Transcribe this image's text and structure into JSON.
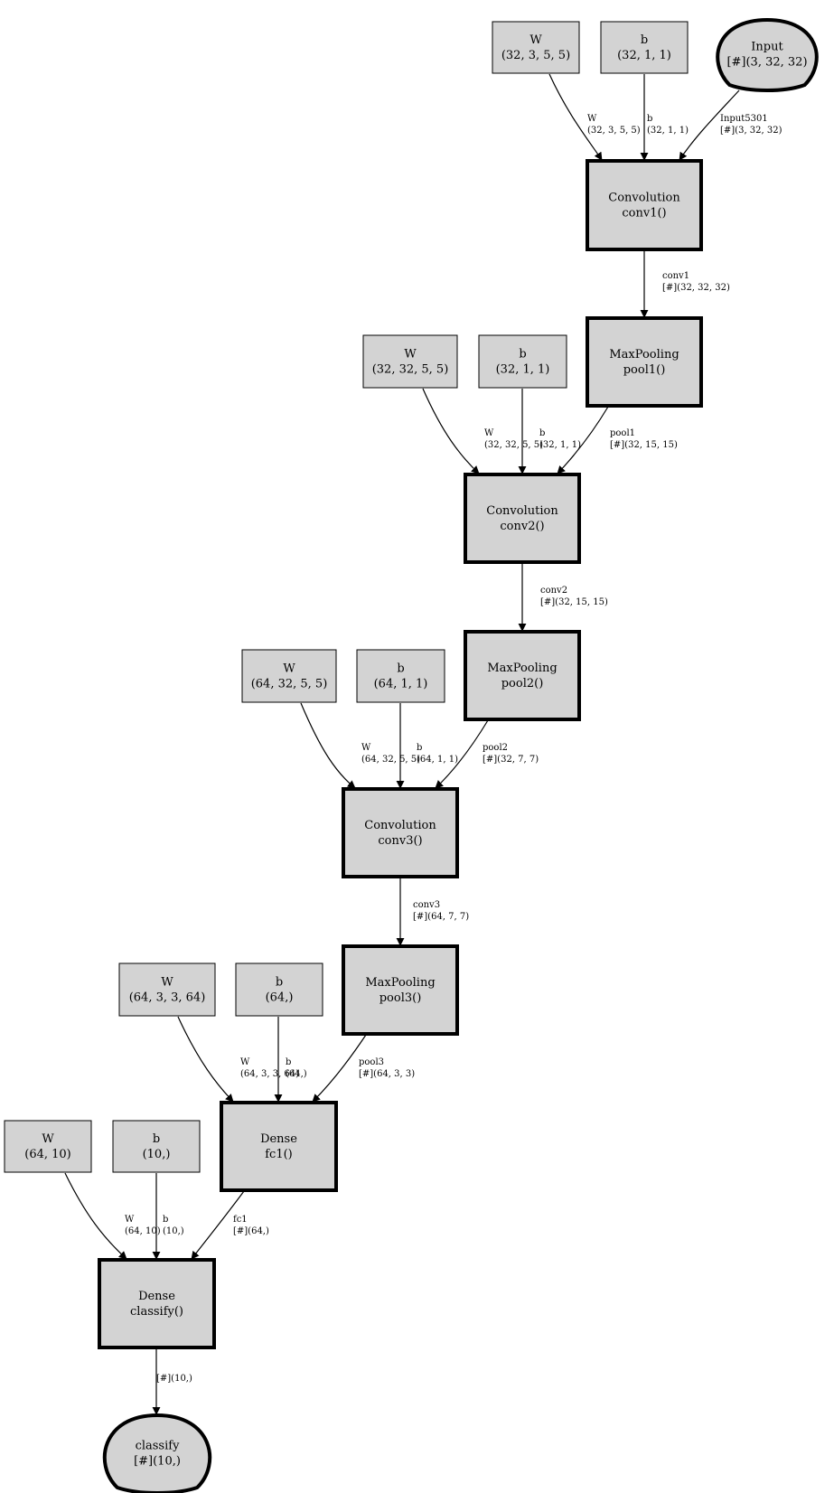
{
  "colors": {
    "node_fill": "#d3d3d3",
    "stroke": "#000000",
    "background": "#ffffff"
  },
  "nodes": [
    {
      "id": "w1",
      "kind": "param",
      "lines": [
        "W",
        "(32, 3, 5, 5)"
      ]
    },
    {
      "id": "b1",
      "kind": "param",
      "lines": [
        "b",
        "(32, 1, 1)"
      ]
    },
    {
      "id": "input",
      "kind": "io",
      "lines": [
        "Input",
        "[#](3, 32, 32)"
      ]
    },
    {
      "id": "conv1",
      "kind": "op",
      "lines": [
        "Convolution",
        "conv1()"
      ]
    },
    {
      "id": "pool1",
      "kind": "op",
      "lines": [
        "MaxPooling",
        "pool1()"
      ]
    },
    {
      "id": "w2",
      "kind": "param",
      "lines": [
        "W",
        "(32, 32, 5, 5)"
      ]
    },
    {
      "id": "b2",
      "kind": "param",
      "lines": [
        "b",
        "(32, 1, 1)"
      ]
    },
    {
      "id": "conv2",
      "kind": "op",
      "lines": [
        "Convolution",
        "conv2()"
      ]
    },
    {
      "id": "pool2",
      "kind": "op",
      "lines": [
        "MaxPooling",
        "pool2()"
      ]
    },
    {
      "id": "w3",
      "kind": "param",
      "lines": [
        "W",
        "(64, 32, 5, 5)"
      ]
    },
    {
      "id": "b3",
      "kind": "param",
      "lines": [
        "b",
        "(64, 1, 1)"
      ]
    },
    {
      "id": "conv3",
      "kind": "op",
      "lines": [
        "Convolution",
        "conv3()"
      ]
    },
    {
      "id": "pool3",
      "kind": "op",
      "lines": [
        "MaxPooling",
        "pool3()"
      ]
    },
    {
      "id": "w4",
      "kind": "param",
      "lines": [
        "W",
        "(64, 3, 3, 64)"
      ]
    },
    {
      "id": "b4",
      "kind": "param",
      "lines": [
        "b",
        "(64,)"
      ]
    },
    {
      "id": "fc1",
      "kind": "op",
      "lines": [
        "Dense",
        "fc1()"
      ]
    },
    {
      "id": "w5",
      "kind": "param",
      "lines": [
        "W",
        "(64, 10)"
      ]
    },
    {
      "id": "b5",
      "kind": "param",
      "lines": [
        "b",
        "(10,)"
      ]
    },
    {
      "id": "classify",
      "kind": "op",
      "lines": [
        "Dense",
        "classify()"
      ]
    },
    {
      "id": "out",
      "kind": "io",
      "lines": [
        "classify",
        "[#](10,)"
      ]
    }
  ],
  "edges": [
    {
      "from": "w1",
      "to": "conv1",
      "label": [
        "W",
        "(32, 3, 5, 5)"
      ]
    },
    {
      "from": "b1",
      "to": "conv1",
      "label": [
        "b",
        "(32, 1, 1)"
      ]
    },
    {
      "from": "input",
      "to": "conv1",
      "label": [
        "Input5301",
        "[#](3, 32, 32)"
      ]
    },
    {
      "from": "conv1",
      "to": "pool1",
      "label": [
        "conv1",
        "[#](32, 32, 32)"
      ]
    },
    {
      "from": "w2",
      "to": "conv2",
      "label": [
        "W",
        "(32, 32, 5, 5)"
      ]
    },
    {
      "from": "b2",
      "to": "conv2",
      "label": [
        "b",
        "(32, 1, 1)"
      ]
    },
    {
      "from": "pool1",
      "to": "conv2",
      "label": [
        "pool1",
        "[#](32, 15, 15)"
      ]
    },
    {
      "from": "conv2",
      "to": "pool2",
      "label": [
        "conv2",
        "[#](32, 15, 15)"
      ]
    },
    {
      "from": "w3",
      "to": "conv3",
      "label": [
        "W",
        "(64, 32, 5, 5)"
      ]
    },
    {
      "from": "b3",
      "to": "conv3",
      "label": [
        "b",
        "(64, 1, 1)"
      ]
    },
    {
      "from": "pool2",
      "to": "conv3",
      "label": [
        "pool2",
        "[#](32, 7, 7)"
      ]
    },
    {
      "from": "conv3",
      "to": "pool3",
      "label": [
        "conv3",
        "[#](64, 7, 7)"
      ]
    },
    {
      "from": "w4",
      "to": "fc1",
      "label": [
        "W",
        "(64, 3, 3, 64)"
      ]
    },
    {
      "from": "b4",
      "to": "fc1",
      "label": [
        "b",
        "(64,)"
      ]
    },
    {
      "from": "pool3",
      "to": "fc1",
      "label": [
        "pool3",
        "[#](64, 3, 3)"
      ]
    },
    {
      "from": "w5",
      "to": "classify",
      "label": [
        "W",
        "(64, 10)"
      ]
    },
    {
      "from": "b5",
      "to": "classify",
      "label": [
        "b",
        "(10,)"
      ]
    },
    {
      "from": "fc1",
      "to": "classify",
      "label": [
        "fc1",
        "[#](64,)"
      ]
    },
    {
      "from": "classify",
      "to": "out",
      "label": [
        "[#](10,)"
      ]
    }
  ]
}
